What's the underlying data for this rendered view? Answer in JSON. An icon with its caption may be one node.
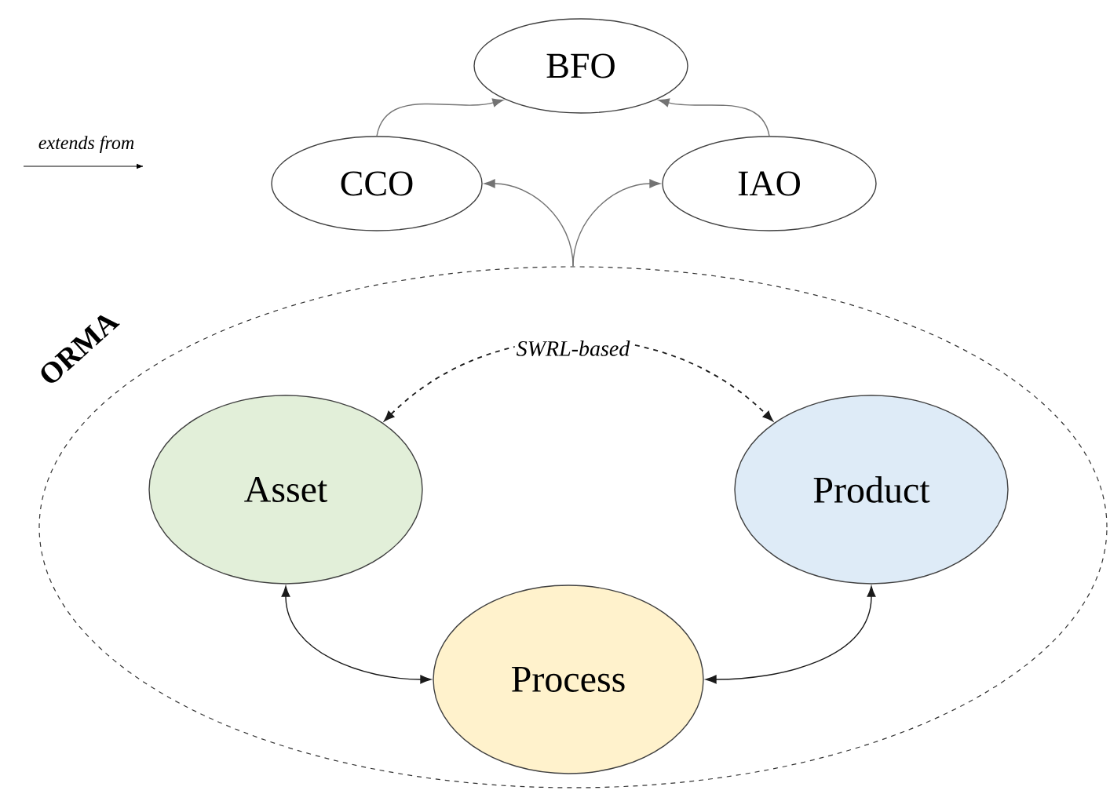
{
  "diagram": {
    "nodes": [
      {
        "text": [
          "BFO"
        ]
      },
      {
        "text": [
          "CCO"
        ]
      },
      {
        "text": [
          "IAO"
        ]
      },
      {
        "text": [
          "ORMA"
        ]
      },
      {
        "text": [
          "Asset"
        ],
        "in": 3
      },
      {
        "text": [
          "Product"
        ],
        "in": 3
      },
      {
        "text": [
          "Process"
        ],
        "in": 3
      }
    ],
    "edges": [
      {
        "from": 1,
        "to": 0,
        "arrow": "to"
      },
      {
        "from": 2,
        "to": 0,
        "arrow": "to"
      },
      {
        "from": 3,
        "to": 1,
        "arrow": "to"
      },
      {
        "from": 3,
        "to": 2,
        "arrow": "to"
      },
      {
        "from": 4,
        "to": 5,
        "arrow": "both",
        "label": "SWRL-based",
        "style": "dashed",
        "color": "#1a1a1a"
      },
      {
        "from": 4,
        "to": 6,
        "arrow": "both",
        "color": "#1a1a1a"
      },
      {
        "from": 5,
        "to": 6,
        "arrow": "both",
        "color": "#1a1a1a"
      }
    ],
    "legend": [
      {
        "text": "extends from"
      }
    ]
  }
}
